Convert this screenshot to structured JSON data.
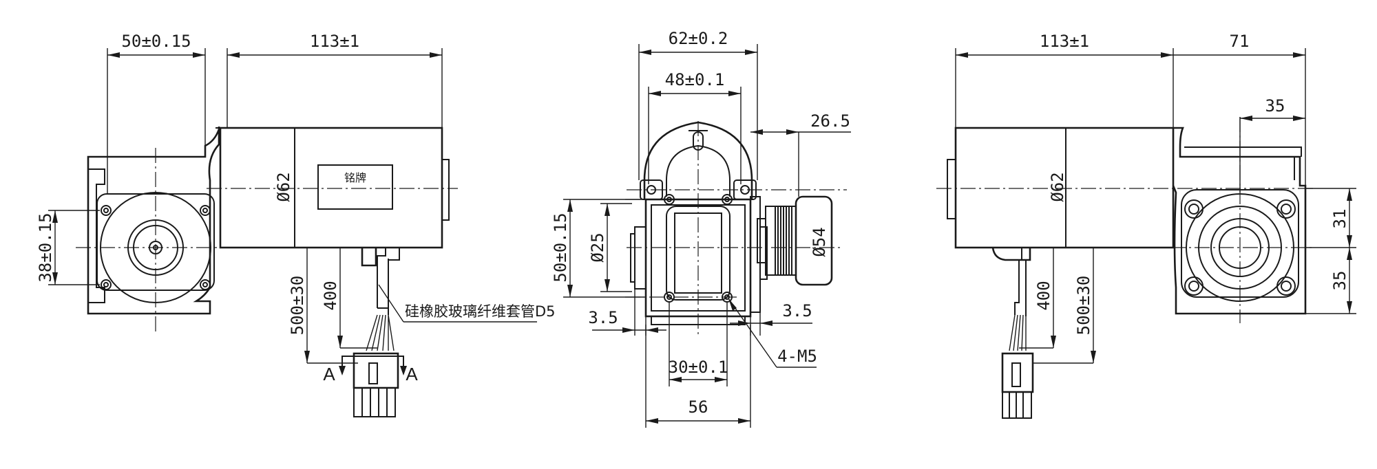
{
  "left_view": {
    "dim_flange_width": "50±0.15",
    "dim_body_length": "113±1",
    "dim_body_diameter": "Ø62",
    "dim_hole_spacing": "38±0.15",
    "dim_cable_total": "500±30",
    "dim_cable_sleeve": "400",
    "nameplate": "铭牌",
    "sleeve_note": "硅橡胶玻璃纤维套管D5",
    "section_mark_left": "A",
    "section_mark_right": "A"
  },
  "middle_view": {
    "dim_top_width": "62±0.2",
    "dim_inner_width": "48±0.1",
    "dim_pulley_offset": "26.5",
    "dim_side_height": "50±0.15",
    "dim_bore": "Ø25",
    "dim_pulley_diameter": "Ø54",
    "dim_left_gap": "3.5",
    "dim_right_gap": "3.5",
    "dim_hole_pitch": "30±0.1",
    "dim_bottom_width": "56",
    "thread_note": "4-M5"
  },
  "right_view": {
    "dim_body_length": "113±1",
    "dim_gearbox_length": "71",
    "dim_shaft_offset": "35",
    "dim_body_diameter": "Ø62",
    "dim_upper_height": "31",
    "dim_lower_height": "35",
    "dim_cable_sleeve": "400",
    "dim_cable_total": "500±30"
  }
}
